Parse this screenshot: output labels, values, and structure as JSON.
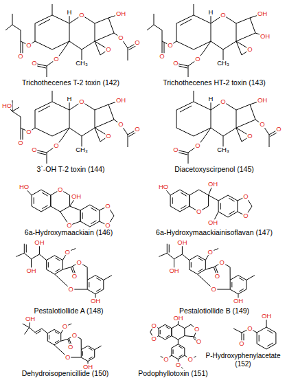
{
  "diagram": {
    "labels": [
      "O",
      "O",
      "H",
      "O",
      "OH",
      "O",
      "O",
      "O",
      "CH₃",
      "O",
      "O",
      "Trichothecenes T-2 toxin (142)",
      "O",
      "O",
      "H",
      "O",
      "OH",
      "O",
      "OH",
      "CH₃",
      "O",
      "O",
      "Trichothecenes HT-2 toxin (143)",
      "HO",
      "O",
      "O",
      "H",
      "O",
      "OH",
      "O",
      "O",
      "O",
      "CH₃",
      "O",
      "O",
      "3`-OH T-2 toxin (144)",
      "H",
      "O",
      "OH",
      "O",
      "O",
      "O",
      "CH₃",
      "O",
      "O",
      "Diacetoxyscirpenol (145)",
      "HO",
      "O",
      "OH",
      "O",
      "O",
      "O",
      "6a-Hydroxymaackiain (146)",
      "HO",
      "O",
      "OH",
      "OH",
      "O",
      "O",
      "6a-Hydroxymaackiainisoflavan (147)",
      "OH",
      "OH",
      "O",
      "O",
      "O",
      "O",
      "OH",
      "Pestalotiollide A (148)",
      "OH",
      "OH",
      "O",
      "O",
      "O",
      "O",
      "OH",
      "Pestalotiollide B (149)",
      "OH",
      "O",
      "O",
      "O",
      "O",
      "OH",
      "Dehydroisopenicillide (150)",
      "OH",
      "O",
      "O",
      "O",
      "O",
      "O",
      "O",
      "O",
      "Podophyllotoxin (151)",
      "OH",
      "O",
      "O",
      "P-Hydroxyphenylacetate (152)"
    ]
  }
}
